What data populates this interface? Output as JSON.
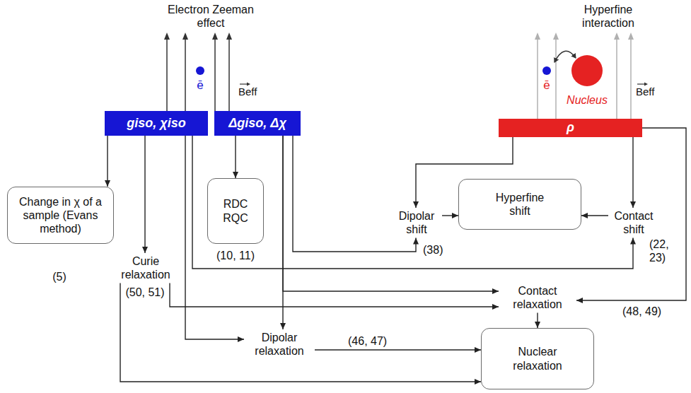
{
  "diagram": {
    "nodes": [
      {
        "text": [
          "giso, χiso"
        ]
      },
      {
        "text": [
          "Δgiso, Δχ"
        ]
      },
      {
        "text": [
          "ρ"
        ]
      },
      {
        "text": [
          "Change in χ of a sample (Evans method)"
        ]
      },
      {
        "text": [
          "RDC RQC"
        ]
      },
      {
        "text": [
          "Dipolar shift"
        ]
      },
      {
        "text": [
          "Hyperfine shift"
        ]
      },
      {
        "text": [
          "Contact shift"
        ]
      },
      {
        "text": [
          "Contact relaxation"
        ]
      },
      {
        "text": [
          "Curie relaxation"
        ]
      },
      {
        "text": [
          "Dipolar relaxation"
        ]
      },
      {
        "text": [
          "Nuclear relaxation"
        ]
      }
    ],
    "edges": [
      {
        "from": 0,
        "to": 3,
        "arrow": "to"
      },
      {
        "from": 1,
        "to": 4,
        "arrow": "to"
      },
      {
        "from": 2,
        "to": 5,
        "arrow": "to"
      },
      {
        "from": 2,
        "to": 7,
        "arrow": "to"
      },
      {
        "from": 2,
        "to": 8,
        "arrow": "to",
        "label": "(48, 49)"
      },
      {
        "from": 5,
        "to": 6,
        "arrow": "to"
      },
      {
        "from": 7,
        "to": 6,
        "arrow": "to"
      },
      {
        "from": 1,
        "to": 5,
        "arrow": "to"
      },
      {
        "from": 0,
        "to": 7,
        "arrow": "to"
      },
      {
        "from": 0,
        "to": 9,
        "arrow": "to"
      },
      {
        "from": 0,
        "to": 10,
        "arrow": "to"
      },
      {
        "from": 1,
        "to": 10,
        "arrow": "to"
      },
      {
        "from": 1,
        "to": 8,
        "arrow": "to"
      },
      {
        "from": 9,
        "to": 8,
        "arrow": "to"
      },
      {
        "from": 9,
        "to": 11,
        "arrow": "to"
      },
      {
        "from": 10,
        "to": 11,
        "arrow": "to",
        "label": "(46, 47)"
      },
      {
        "from": 8,
        "to": 11,
        "arrow": "to"
      }
    ],
    "labels": [
      "Electron Zeeman effect",
      "ē",
      "Beff",
      "Hyperfine interaction",
      "ē",
      "Beff",
      "Nucleus",
      "(5)",
      "(10, 11)",
      "(38)",
      "(22, 23)",
      "(50, 51)"
    ]
  }
}
